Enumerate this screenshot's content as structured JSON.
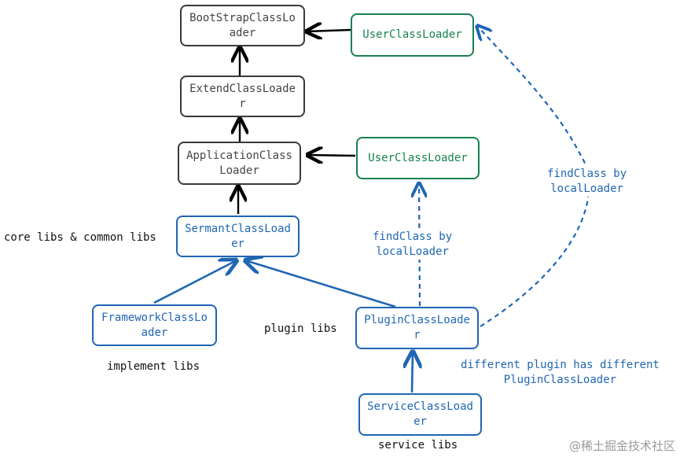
{
  "nodes": {
    "bootstrap": "BootStrapClassLo\nader",
    "extend": "ExtendClassLoade\nr",
    "application": "ApplicationClass\nLoader",
    "sermant": "SermantClassLoad\ner",
    "framework": "FrameworkClassLo\nader",
    "plugin": "PluginClassLoade\nr",
    "service": "ServiceClassLoad\ner",
    "user_top": "UserClassLoader",
    "user_mid": "UserClassLoader"
  },
  "labels": {
    "core_libs": "core libs & common libs",
    "implement_libs": "implement libs",
    "plugin_libs": "plugin libs",
    "service_libs": "service libs",
    "find_class_mid": "findClass by\nlocalLoader",
    "find_class_right": "findClass by\nlocalLoader",
    "different_plugin": "different plugin has different\nPluginClassLoader"
  },
  "watermark": "@稀土掘金技术社区",
  "colors": {
    "gray": "#3a3a3a",
    "green": "#17824f",
    "blue": "#1f66b3",
    "black": "#000000"
  }
}
